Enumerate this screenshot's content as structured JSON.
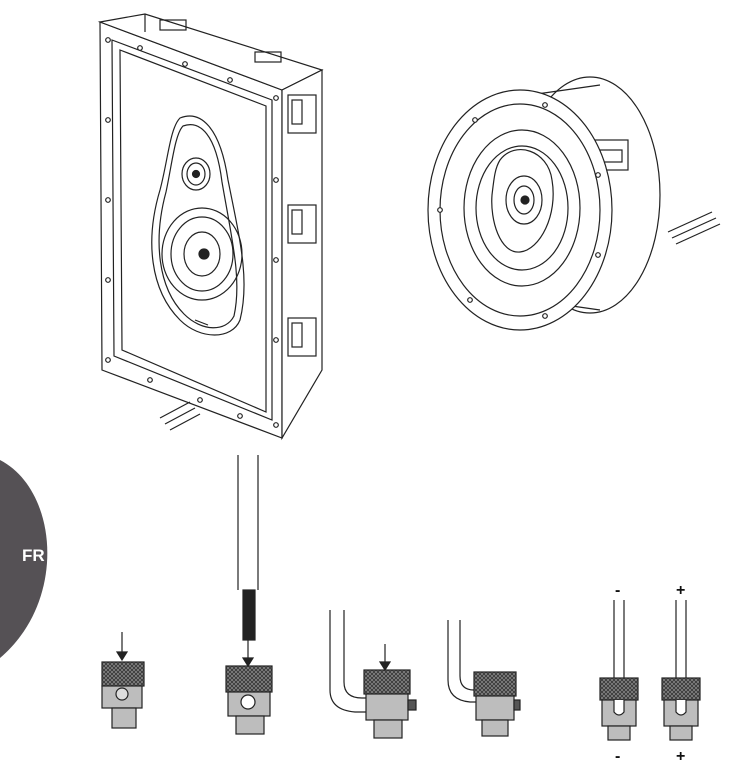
{
  "language_tab": {
    "label": "FR",
    "color": "#555155"
  },
  "polarity": {
    "top_left": "-",
    "top_right": "+",
    "bottom_left": "-",
    "bottom_right": "+"
  },
  "illustrations": [
    {
      "name": "in-wall-speaker",
      "icon": "rectangular-in-wall-speaker"
    },
    {
      "name": "in-ceiling-speaker",
      "icon": "round-in-ceiling-speaker"
    },
    {
      "name": "binding-post-steps",
      "icon": "binding-post-wiring-sequence"
    }
  ],
  "colors": {
    "line": "#222222",
    "knurl": "#3a3a3a",
    "post_body": "#bdbdbd"
  }
}
